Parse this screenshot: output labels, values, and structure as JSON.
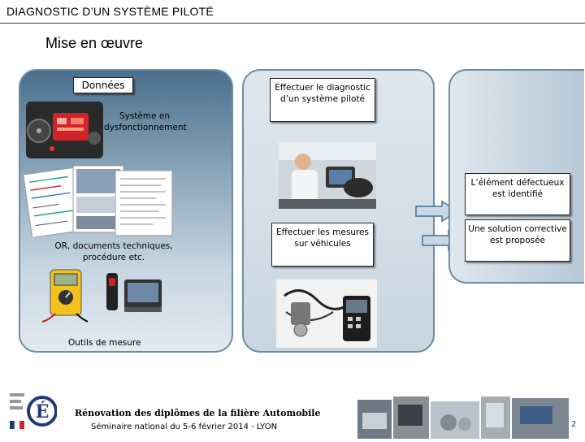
{
  "header": {
    "title": "DIAGNOSTIC D’UN SYSTÈME PILOTÉ",
    "subtitle": "Mise en œuvre"
  },
  "left_panel": {
    "data_box": "Données",
    "system_label": "Système en dysfonctionnement",
    "docs_label": "OR, documents techniques, procédure etc.",
    "tools_label": "Outils de mesure"
  },
  "middle_panel": {
    "diag_box": "Effectuer le diagnostic d’un système piloté",
    "measure_box": "Effectuer les mesures sur véhicules"
  },
  "right_panel": {
    "element_box": "L’élément défectueux est identifié",
    "solution_box": "Une solution corrective est proposée"
  },
  "footer": {
    "line1": "Rénovation des diplômes de la filière Automobile",
    "line2": "Séminaire national du 5-6 février 2014 - LYON",
    "page_number": "2",
    "logo_letter": "É"
  },
  "colors": {
    "accent_blue": "#1f3a7a",
    "panel_blue": "#4f7390",
    "dashboard_red": "#d2232a",
    "meter_yellow": "#f4c21c"
  }
}
